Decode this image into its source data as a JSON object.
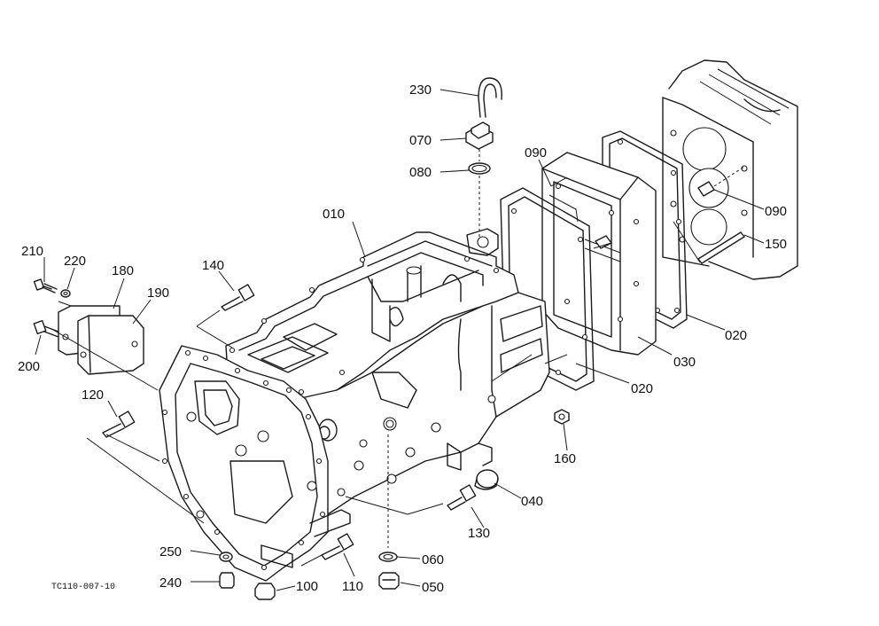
{
  "figure_ref": "TC110-007-10",
  "part_labels": {
    "p010": "010",
    "p020a": "020",
    "p020b": "020",
    "p030": "030",
    "p040": "040",
    "p050": "050",
    "p060": "060",
    "p070": "070",
    "p080": "080",
    "p090a": "090",
    "p090b": "090",
    "p100": "100",
    "p110": "110",
    "p120": "120",
    "p130": "130",
    "p140": "140",
    "p150": "150",
    "p160": "160",
    "p180": "180",
    "p190": "190",
    "p200": "200",
    "p210": "210",
    "p220": "220",
    "p230": "230",
    "p240": "240",
    "p250": "250"
  },
  "colors": {
    "line": "#1a1a1a",
    "background": "#ffffff"
  }
}
